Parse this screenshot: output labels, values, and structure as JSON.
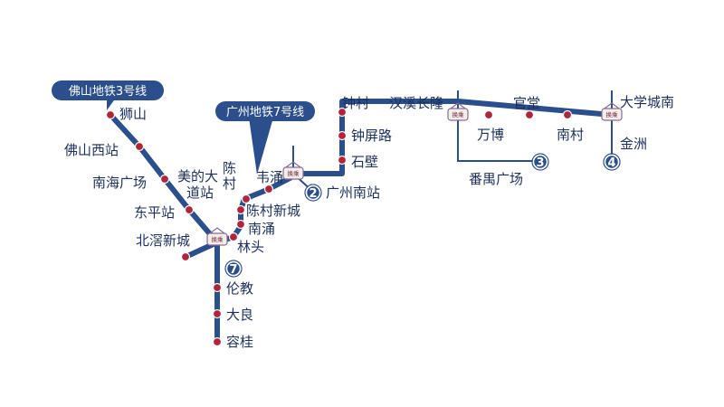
{
  "callouts": {
    "foshan3": "佛山地铁3号线",
    "gz7": "广州地铁7号线"
  },
  "transfer_label": "换乘",
  "line_numbers": {
    "l7": "7",
    "l2": "2",
    "l3": "3",
    "l4": "4"
  },
  "stations": {
    "shishan": "狮山",
    "foshanxi": "佛山西站",
    "nanhaiguangchang": "南海广场",
    "meidedadao": "美的大\n道站",
    "dongping": "东平站",
    "beijiaoxincheng": "北滘新城",
    "chencun": "陈村",
    "weiyong": "韦涌",
    "chencunxincheng": "陈村新城",
    "nanyong": "南涌",
    "lintou": "林头",
    "lunjiao": "伦教",
    "daliang": "大良",
    "ronggui": "容桂",
    "zhongcun": "钟村",
    "zhongpinglu": "钟屏路",
    "shibi": "石壁",
    "guangzhounan": "广州南站",
    "hanxichanglong": "汉溪长隆",
    "wanbo": "万博",
    "guantang": "官堂",
    "nancun": "南村",
    "panyuguangchang": "番禺广场",
    "daxuechengnan": "大学城南",
    "jinzhou": "金洲"
  }
}
